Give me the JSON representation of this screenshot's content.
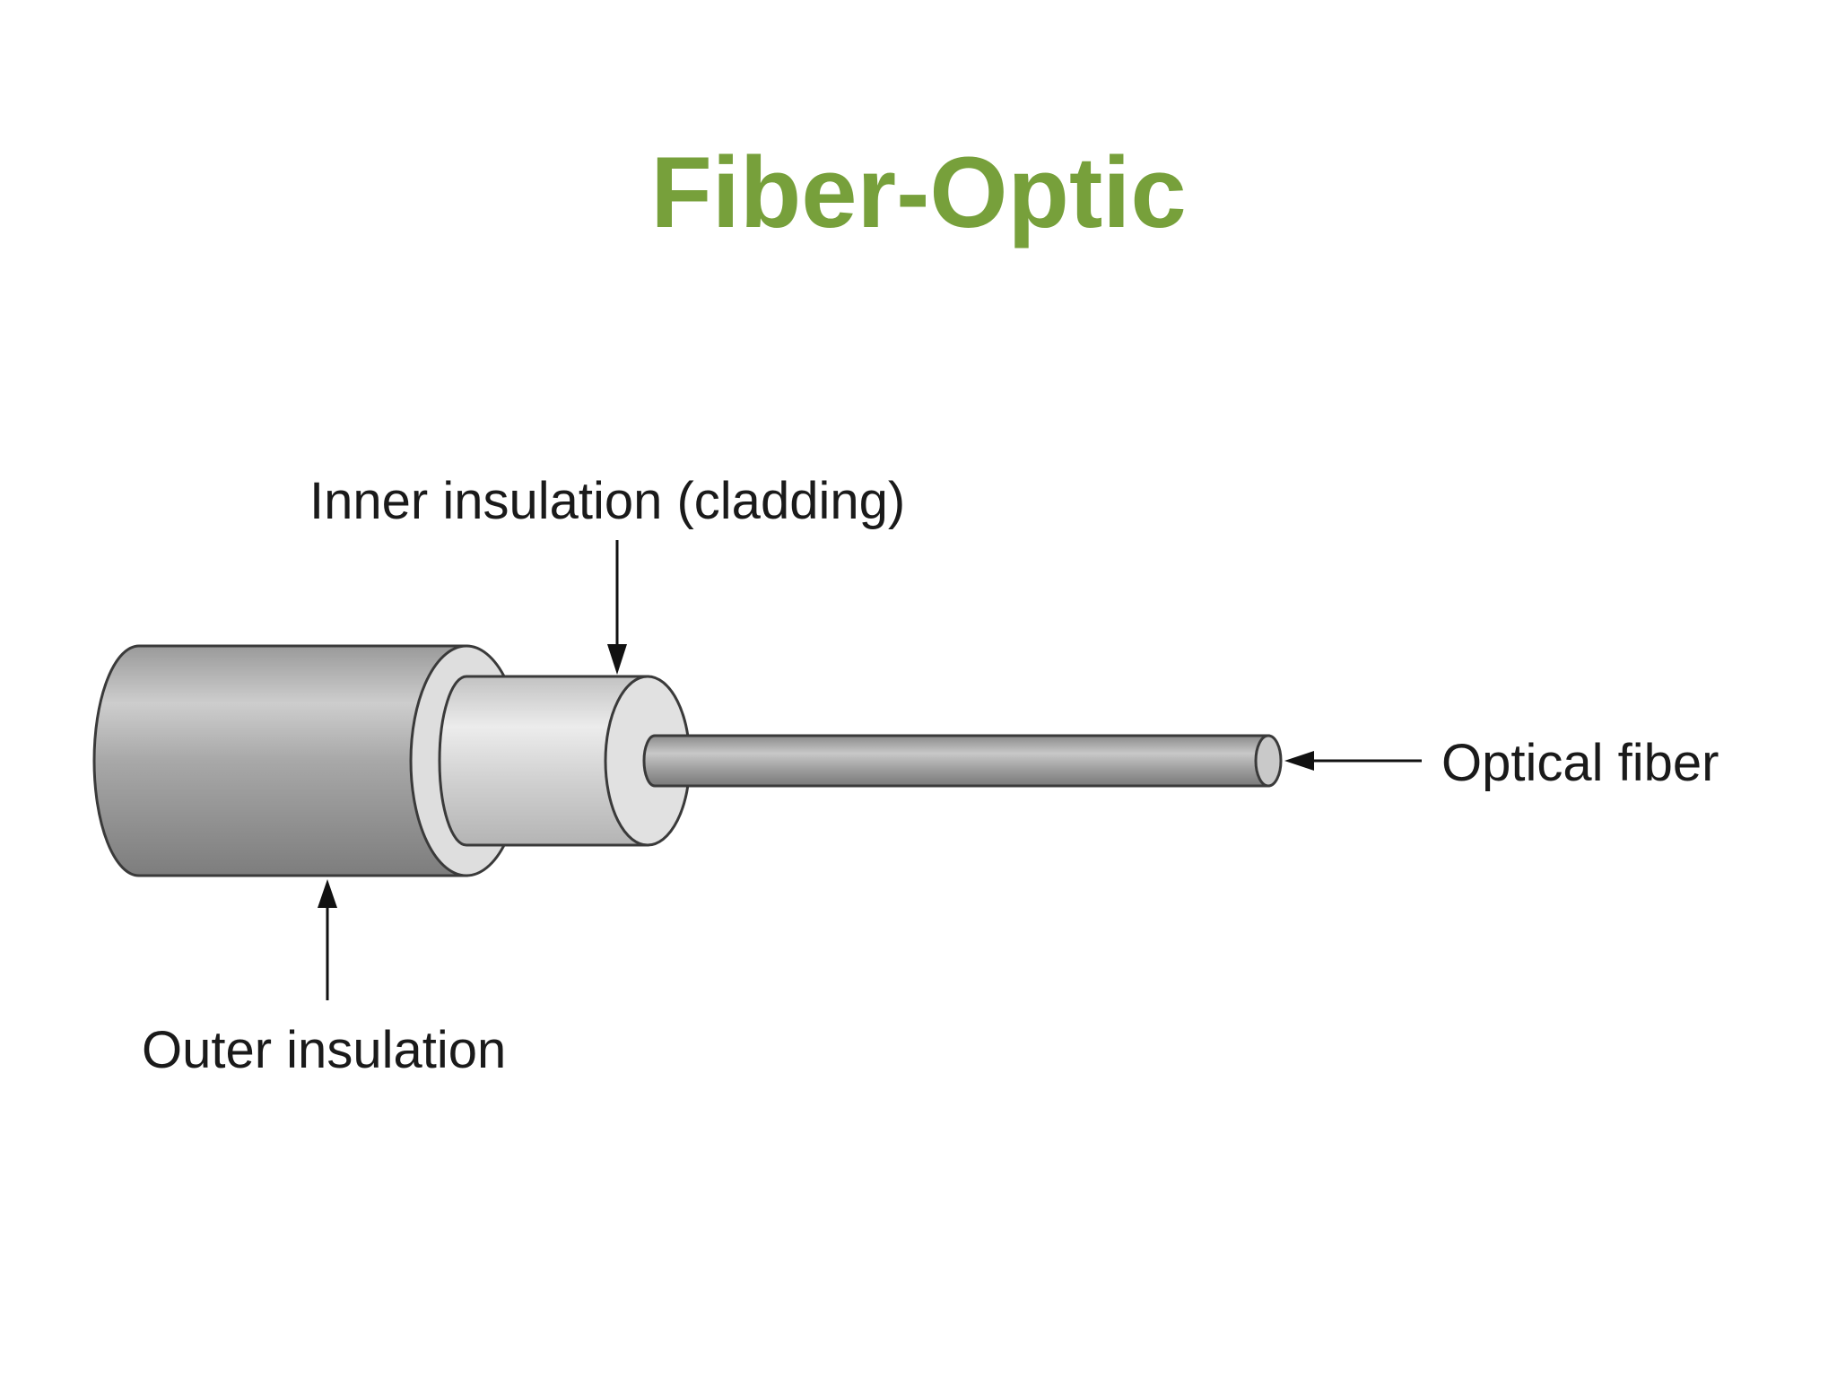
{
  "slide": {
    "title": "Fiber-Optic"
  },
  "labels": {
    "inner_insulation": "Inner insulation (cladding)",
    "optical_fiber": "Optical fiber",
    "outer_insulation": "Outer insulation"
  },
  "colors": {
    "title": "#77a03b",
    "label_text": "#1a1a1a",
    "outline": "#3a3a3a"
  }
}
